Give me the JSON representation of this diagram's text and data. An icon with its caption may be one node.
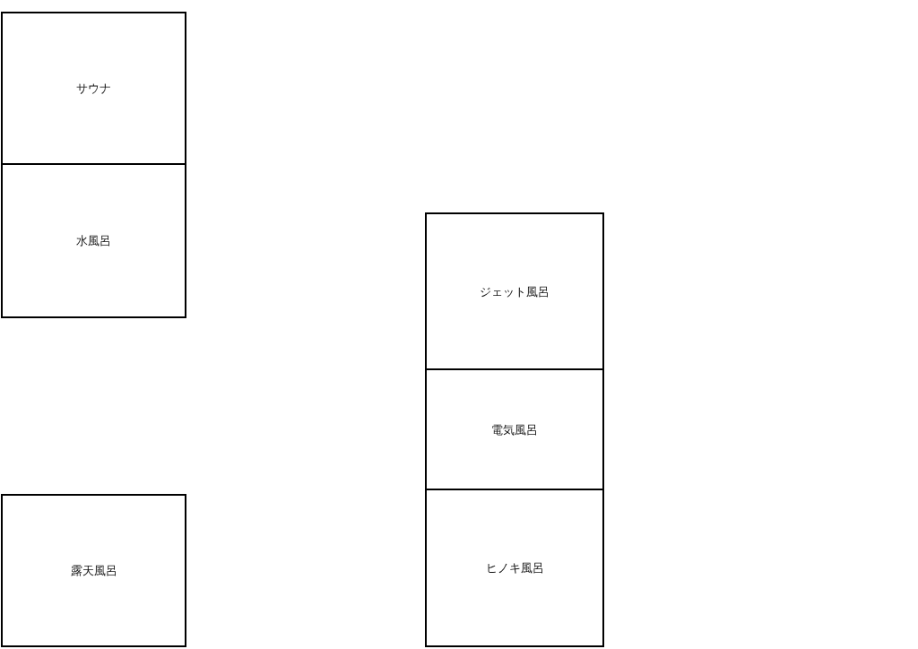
{
  "diagram": {
    "nodes": [
      {
        "text": [
          "サウナ"
        ]
      },
      {
        "text": [
          "水風呂"
        ]
      },
      {
        "text": [
          "露天風呂"
        ]
      },
      {
        "text": [
          "ジェット風呂"
        ]
      },
      {
        "text": [
          "電気風呂"
        ]
      },
      {
        "text": [
          "ヒノキ風呂"
        ]
      }
    ]
  }
}
